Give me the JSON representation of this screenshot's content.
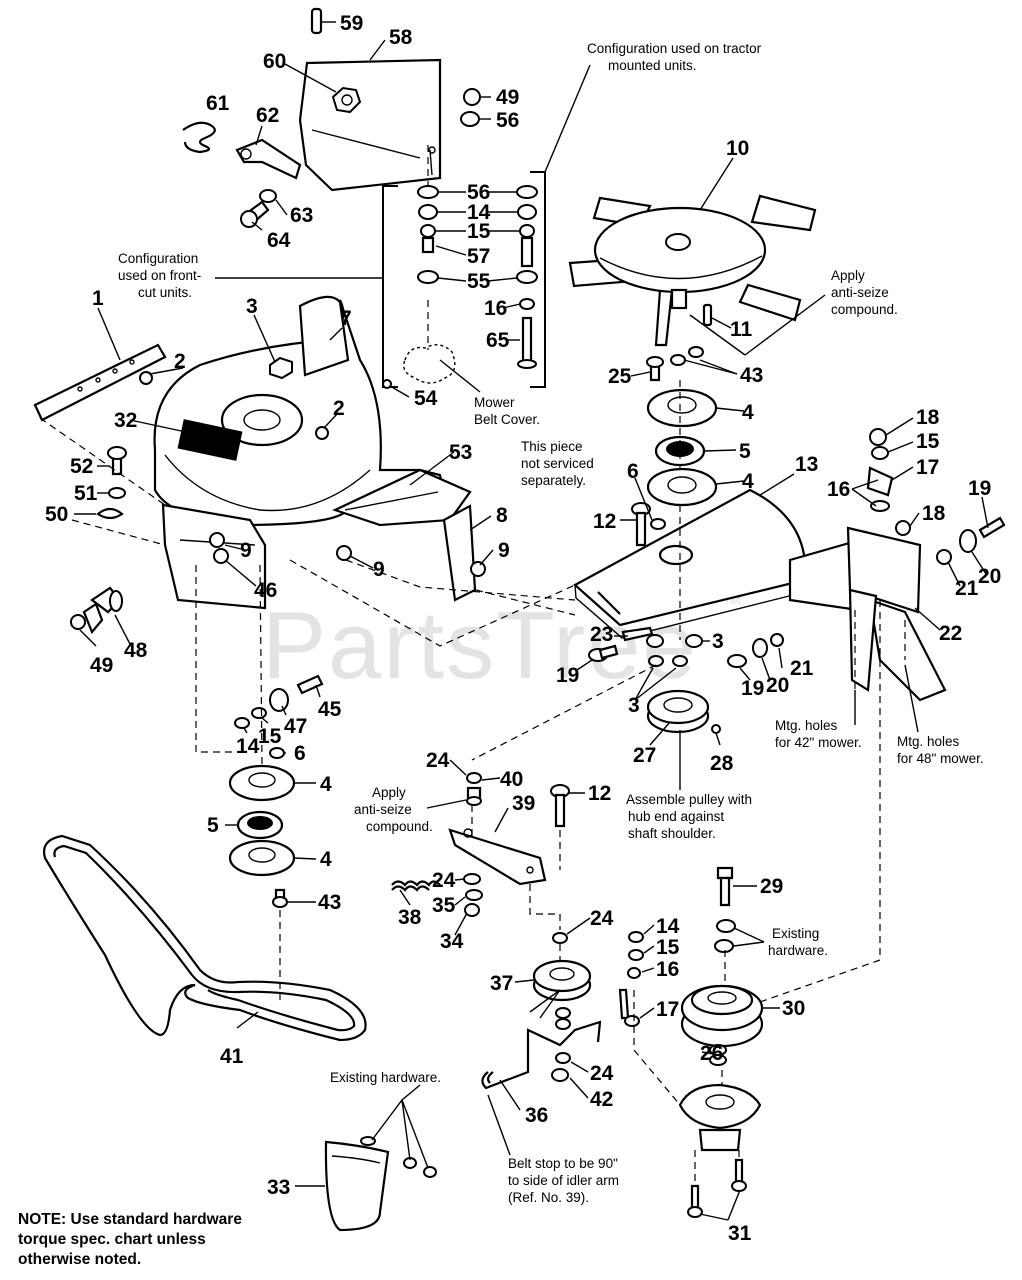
{
  "watermark": "PartsTree",
  "watermark_tm": "™",
  "note": {
    "line1": "NOTE: Use standard hardware",
    "line2": "torque spec. chart unless",
    "line3": "otherwise noted."
  },
  "annotations": {
    "tractor_config": [
      "Configuration used on tractor",
      "mounted units."
    ],
    "frontcut_config": [
      "Configuration",
      "used on front-",
      "cut units."
    ],
    "apply_antiseize_top": [
      "Apply",
      "anti-seize",
      "compound."
    ],
    "mower_belt_cover": [
      "Mower",
      "Belt Cover."
    ],
    "not_serviced": [
      "This piece",
      "not serviced",
      "separately."
    ],
    "mtg_42": [
      "Mtg. holes",
      "for 42\" mower."
    ],
    "mtg_48": [
      "Mtg. holes",
      "for 48\" mower."
    ],
    "apply_antiseize_mid": [
      "Apply",
      "anti-seize",
      "compound."
    ],
    "assemble_pulley": [
      "Assemble pulley with",
      "hub end against",
      "shaft shoulder."
    ],
    "existing_hw_right": [
      "Existing",
      "hardware."
    ],
    "existing_hw_left": [
      "Existing hardware."
    ],
    "belt_stop": [
      "Belt stop to be 90\"",
      "to side of idler arm",
      "(Ref. No. 39)."
    ]
  },
  "callouts": [
    {
      "id": "c59",
      "label": "59"
    },
    {
      "id": "c58",
      "label": "58"
    },
    {
      "id": "c60",
      "label": "60"
    },
    {
      "id": "c49a",
      "label": "49"
    },
    {
      "id": "c56a",
      "label": "56"
    },
    {
      "id": "c61",
      "label": "61"
    },
    {
      "id": "c62",
      "label": "62"
    },
    {
      "id": "c63",
      "label": "63"
    },
    {
      "id": "c64",
      "label": "64"
    },
    {
      "id": "c56b",
      "label": "56"
    },
    {
      "id": "c14a",
      "label": "14"
    },
    {
      "id": "c15a",
      "label": "15"
    },
    {
      "id": "c57",
      "label": "57"
    },
    {
      "id": "c55",
      "label": "55"
    },
    {
      "id": "c16a",
      "label": "16"
    },
    {
      "id": "c65",
      "label": "65"
    },
    {
      "id": "c10",
      "label": "10"
    },
    {
      "id": "c11",
      "label": "11"
    },
    {
      "id": "c1",
      "label": "1"
    },
    {
      "id": "c3a",
      "label": "3"
    },
    {
      "id": "c7",
      "label": "7"
    },
    {
      "id": "c2a",
      "label": "2"
    },
    {
      "id": "c2b",
      "label": "2"
    },
    {
      "id": "c32",
      "label": "32"
    },
    {
      "id": "c54",
      "label": "54"
    },
    {
      "id": "c25",
      "label": "25"
    },
    {
      "id": "c43a",
      "label": "43"
    },
    {
      "id": "c4a",
      "label": "4"
    },
    {
      "id": "c5a",
      "label": "5"
    },
    {
      "id": "c4b",
      "label": "4"
    },
    {
      "id": "c6a",
      "label": "6"
    },
    {
      "id": "c13",
      "label": "13"
    },
    {
      "id": "c18a",
      "label": "18"
    },
    {
      "id": "c15b",
      "label": "15"
    },
    {
      "id": "c17a",
      "label": "17"
    },
    {
      "id": "c16b",
      "label": "16"
    },
    {
      "id": "c19a",
      "label": "19"
    },
    {
      "id": "c18b",
      "label": "18"
    },
    {
      "id": "c52",
      "label": "52"
    },
    {
      "id": "c51",
      "label": "51"
    },
    {
      "id": "c50",
      "label": "50"
    },
    {
      "id": "c53",
      "label": "53"
    },
    {
      "id": "c8",
      "label": "8"
    },
    {
      "id": "c9a",
      "label": "9"
    },
    {
      "id": "c9b",
      "label": "9"
    },
    {
      "id": "c9c",
      "label": "9"
    },
    {
      "id": "c46",
      "label": "46"
    },
    {
      "id": "c12a",
      "label": "12"
    },
    {
      "id": "c21a",
      "label": "21"
    },
    {
      "id": "c20a",
      "label": "20"
    },
    {
      "id": "c22",
      "label": "22"
    },
    {
      "id": "c49b",
      "label": "49"
    },
    {
      "id": "c48",
      "label": "48"
    },
    {
      "id": "c23",
      "label": "23"
    },
    {
      "id": "c3b",
      "label": "3"
    },
    {
      "id": "c19b",
      "label": "19"
    },
    {
      "id": "c19c",
      "label": "19"
    },
    {
      "id": "c20b",
      "label": "20"
    },
    {
      "id": "c21b",
      "label": "21"
    },
    {
      "id": "c3c",
      "label": "3"
    },
    {
      "id": "c45",
      "label": "45"
    },
    {
      "id": "c47",
      "label": "47"
    },
    {
      "id": "c15c",
      "label": "15"
    },
    {
      "id": "c14b",
      "label": "14"
    },
    {
      "id": "c6b",
      "label": "6"
    },
    {
      "id": "c27",
      "label": "27"
    },
    {
      "id": "c28",
      "label": "28"
    },
    {
      "id": "c24a",
      "label": "24"
    },
    {
      "id": "c40",
      "label": "40"
    },
    {
      "id": "c12b",
      "label": "12"
    },
    {
      "id": "c4c",
      "label": "4"
    },
    {
      "id": "c5b",
      "label": "5"
    },
    {
      "id": "c4d",
      "label": "4"
    },
    {
      "id": "c39",
      "label": "39"
    },
    {
      "id": "c43b",
      "label": "43"
    },
    {
      "id": "c38",
      "label": "38"
    },
    {
      "id": "c24b",
      "label": "24"
    },
    {
      "id": "c35",
      "label": "35"
    },
    {
      "id": "c34",
      "label": "34"
    },
    {
      "id": "c29",
      "label": "29"
    },
    {
      "id": "c24c",
      "label": "24"
    },
    {
      "id": "c14c",
      "label": "14"
    },
    {
      "id": "c15d",
      "label": "15"
    },
    {
      "id": "c16c",
      "label": "16"
    },
    {
      "id": "c37",
      "label": "37"
    },
    {
      "id": "c17b",
      "label": "17"
    },
    {
      "id": "c30",
      "label": "30"
    },
    {
      "id": "c41",
      "label": "41"
    },
    {
      "id": "c26",
      "label": "26"
    },
    {
      "id": "c24d",
      "label": "24"
    },
    {
      "id": "c42",
      "label": "42"
    },
    {
      "id": "c36",
      "label": "36"
    },
    {
      "id": "c33",
      "label": "33"
    },
    {
      "id": "c31",
      "label": "31"
    }
  ]
}
